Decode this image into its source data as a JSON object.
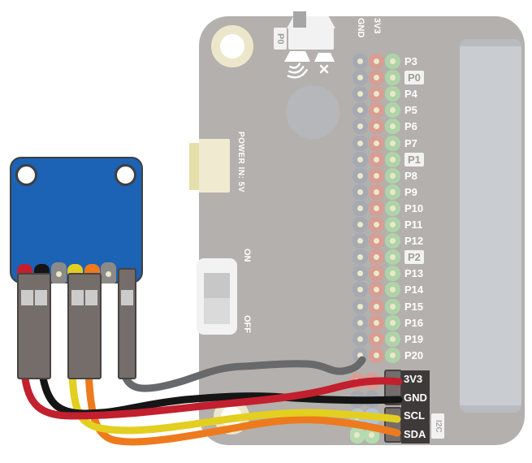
{
  "board": {
    "top_button_label": "P0",
    "power_label": "POWER IN: 5V",
    "switch": {
      "on": "ON",
      "off": "OFF"
    },
    "headers": [
      "GND",
      "3V3"
    ],
    "pin_rows": [
      {
        "label": "P3"
      },
      {
        "label": "P0",
        "highlight": true
      },
      {
        "label": "P4"
      },
      {
        "label": "P5"
      },
      {
        "label": "P6"
      },
      {
        "label": "P7"
      },
      {
        "label": "P1",
        "highlight": true
      },
      {
        "label": "P8"
      },
      {
        "label": "P9"
      },
      {
        "label": "P10"
      },
      {
        "label": "P11"
      },
      {
        "label": "P12"
      },
      {
        "label": "P2",
        "highlight": true
      },
      {
        "label": "P13"
      },
      {
        "label": "P14"
      },
      {
        "label": "P15"
      },
      {
        "label": "P16"
      },
      {
        "label": "P19"
      },
      {
        "label": "P20"
      }
    ],
    "i2c": {
      "side_label": "I2C",
      "rows": [
        {
          "label": "3V3",
          "pin": "pin-salmon"
        },
        {
          "label": "GND",
          "pin": "pin-gray"
        },
        {
          "label": "SCL",
          "pin": "pin-blue"
        },
        {
          "label": "SDA",
          "pin": "pin-green2"
        }
      ]
    }
  },
  "wires": [
    {
      "name": "red-wire",
      "color_key": "wire-red"
    },
    {
      "name": "black-wire",
      "color_key": "wire-black"
    },
    {
      "name": "yellow-wire",
      "color_key": "wire-yellow"
    },
    {
      "name": "orange-wire",
      "color_key": "wire-orange"
    },
    {
      "name": "gray-wire",
      "color_key": "wire-gray"
    }
  ],
  "colors": {
    "board-gray": "#b4b0ad",
    "slot-gray": "#c9ccd0",
    "slot-cap": "#b8bcc1",
    "hole-ring": "#ece7cb",
    "buzzer-gray": "#b6b7bb",
    "white-part": "#f2f2f2",
    "tab-gray": "#a6a6a6",
    "power-conn": "#f0ebd0",
    "power-conn-outer": "#e5dfa9",
    "slider-top": "#c7c7c7",
    "slider-bottom": "#dadada",
    "pin-gray": "#a6a9b2",
    "pin-salmon": "#d89d94",
    "pin-green": "#aed3a8",
    "pin-blue": "#b0c2e2",
    "pin-green2": "#b5dcb0",
    "pin-dot": "#ece8c9",
    "spare-pin": "#8b8a88",
    "hl-bg": "#f2f2f2",
    "hl-text": "#9c9c9a",
    "dark-block": "#3e3a39",
    "i2c-box-text": "#a9a9a9",
    "housing": "#746d6a",
    "housing-stroke": "#474341",
    "crimp": "#cbcbcb",
    "module-blue": "#1c62b5",
    "wire-red": "#c2202e",
    "wire-black": "#151515",
    "wire-yellow": "#e3cf20",
    "wire-orange": "#ee7a1e",
    "wire-gray": "#68696b",
    "label-white": "#ffffff"
  }
}
